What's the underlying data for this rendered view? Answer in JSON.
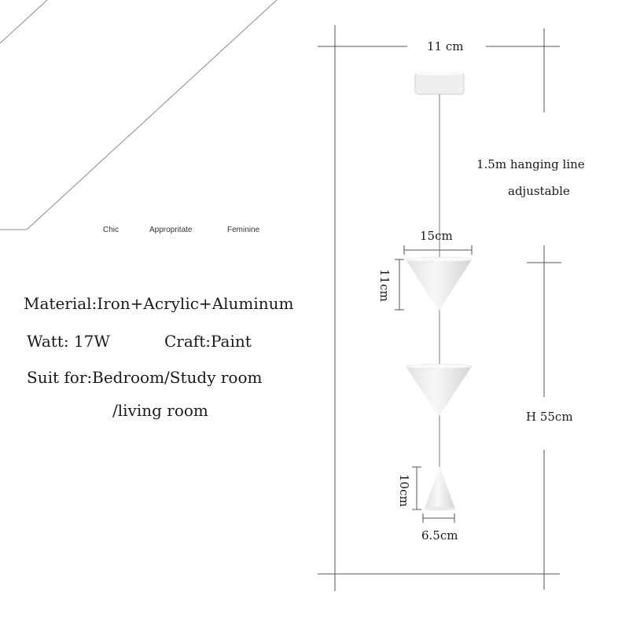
{
  "tags": [
    "Chic",
    "Appropritate",
    "Feminine"
  ],
  "specs": {
    "material": "Material:Iron+Acrylic+Aluminum",
    "watt": "Watt: 17W",
    "craft": "Craft:Paint",
    "suit_line1": "Suit for:Bedroom/Study room",
    "suit_line2": "/living room"
  },
  "dimensions": {
    "canopy_width": "11 cm",
    "hanging_line_1": "1.5m hanging line",
    "hanging_line_2": "adjustable",
    "large_cone_width": "15cm",
    "large_cone_height": "11cm",
    "total_height": "H 55cm",
    "small_cone_height": "10cm",
    "small_cone_width": "6.5cm"
  },
  "colors": {
    "lamp": "#f3f3f3",
    "lamp_shadow": "#d9d9d9",
    "line": "#555555"
  }
}
